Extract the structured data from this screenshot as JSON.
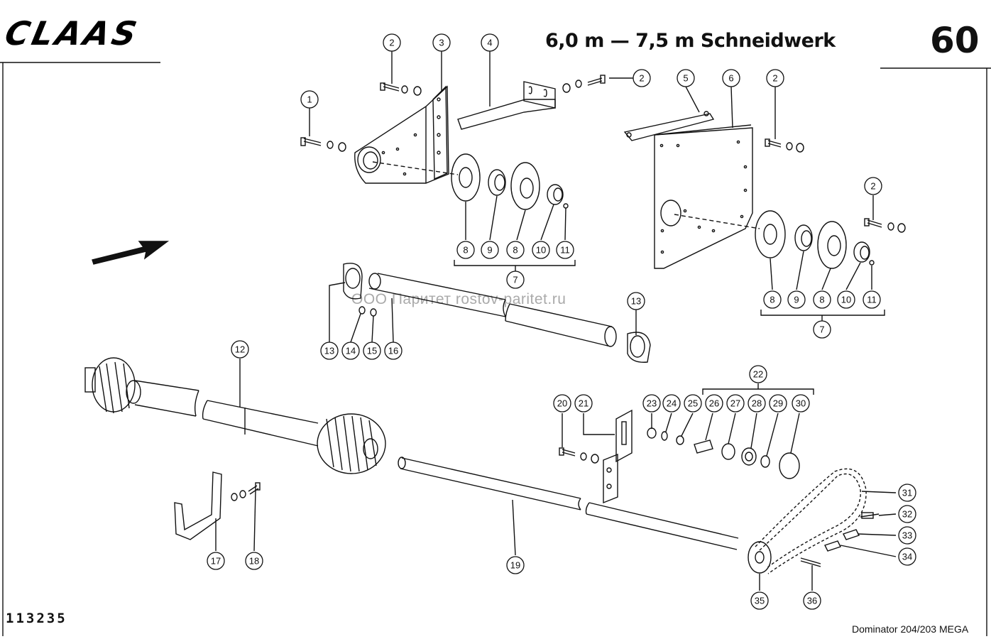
{
  "brand": "CLAAS",
  "title": "6,0 m — 7,5 m Schneidwerk",
  "page_number": "60",
  "document_number": "113235",
  "model": "Dominator 204/203 MEGA",
  "watermark": "ООО Паритет    rostov-paritet.ru",
  "callouts": [
    "1",
    "2",
    "3",
    "4",
    "5",
    "6",
    "7",
    "8",
    "9",
    "10",
    "11",
    "12",
    "13",
    "14",
    "15",
    "16",
    "17",
    "18",
    "19",
    "20",
    "21",
    "22",
    "23",
    "24",
    "25",
    "26",
    "27",
    "28",
    "29",
    "30",
    "31",
    "32",
    "33",
    "34",
    "35",
    "36"
  ]
}
